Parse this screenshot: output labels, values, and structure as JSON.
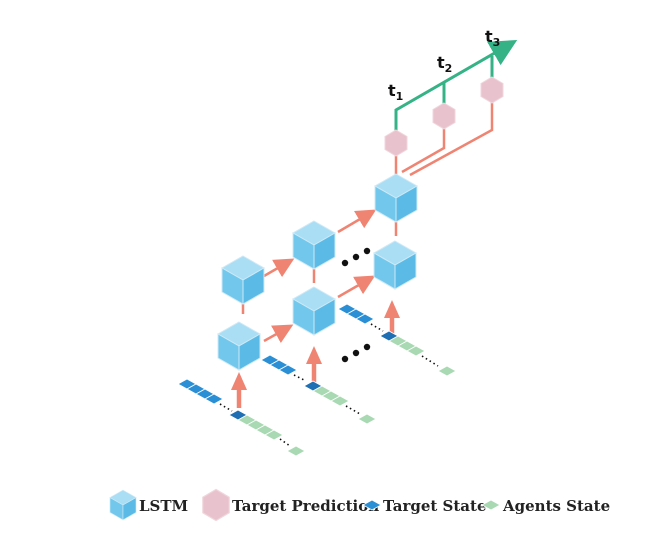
{
  "time_labels": [
    {
      "main": "t",
      "sub": "1"
    },
    {
      "main": "t",
      "sub": "2"
    },
    {
      "main": "t",
      "sub": "3"
    }
  ],
  "legend": [
    {
      "icon": "lstm-cube-icon",
      "label": "LSTM"
    },
    {
      "icon": "target-prediction-hexagon-icon",
      "label": "Target Prediction"
    },
    {
      "icon": "target-state-diamond-icon",
      "label": "Target State"
    },
    {
      "icon": "agents-state-diamond-icon",
      "label": "Agents State"
    }
  ],
  "colors": {
    "lstm_top": "#a9def4",
    "lstm_left": "#72c8ec",
    "lstm_right": "#5bbbe6",
    "lstm_edge": "#cfe9f6",
    "prediction": "#e8c3cd",
    "connection": "#f08472",
    "time_axis": "#35b387",
    "target_state": "#2b8fd6",
    "target_state_dark": "#1e6fb3",
    "agents_state": "#a9d9b3"
  }
}
